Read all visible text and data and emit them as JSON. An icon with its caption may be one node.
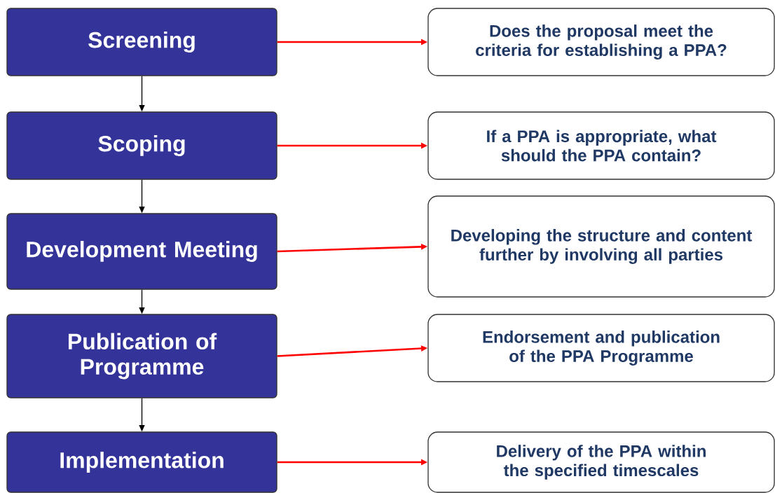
{
  "diagram": {
    "nodes": [
      {
        "text": [
          "Screening"
        ]
      },
      {
        "text": [
          "Does the proposal meet the criteria for establishing a PPA?"
        ]
      },
      {
        "text": [
          "Scoping"
        ]
      },
      {
        "text": [
          "If a PPA is appropriate, what should the PPA contain?"
        ]
      },
      {
        "text": [
          "Development Meeting"
        ]
      },
      {
        "text": [
          "Developing the structure and content further by involving all parties"
        ]
      },
      {
        "text": [
          "Publication of Programme"
        ]
      },
      {
        "text": [
          "Endorsement and publication of the PPA Programme"
        ]
      },
      {
        "text": [
          "Implementation"
        ]
      },
      {
        "text": [
          "Delivery of the PPA within the specified timescales"
        ]
      }
    ],
    "edges": [
      {
        "from": 0,
        "to": 2,
        "arrow": "to",
        "color": "#000000"
      },
      {
        "from": 2,
        "to": 4,
        "arrow": "to",
        "color": "#000000"
      },
      {
        "from": 4,
        "to": 6,
        "arrow": "to",
        "color": "#000000"
      },
      {
        "from": 6,
        "to": 8,
        "arrow": "to",
        "color": "#000000"
      },
      {
        "from": 0,
        "to": 1,
        "arrow": "to",
        "color": "#ff0000"
      },
      {
        "from": 2,
        "to": 3,
        "arrow": "to",
        "color": "#ff0000"
      },
      {
        "from": 4,
        "to": 5,
        "arrow": "to",
        "color": "#ff0000"
      },
      {
        "from": 6,
        "to": 7,
        "arrow": "to",
        "color": "#ff0000"
      },
      {
        "from": 8,
        "to": 9,
        "arrow": "to",
        "color": "#ff0000"
      }
    ]
  }
}
